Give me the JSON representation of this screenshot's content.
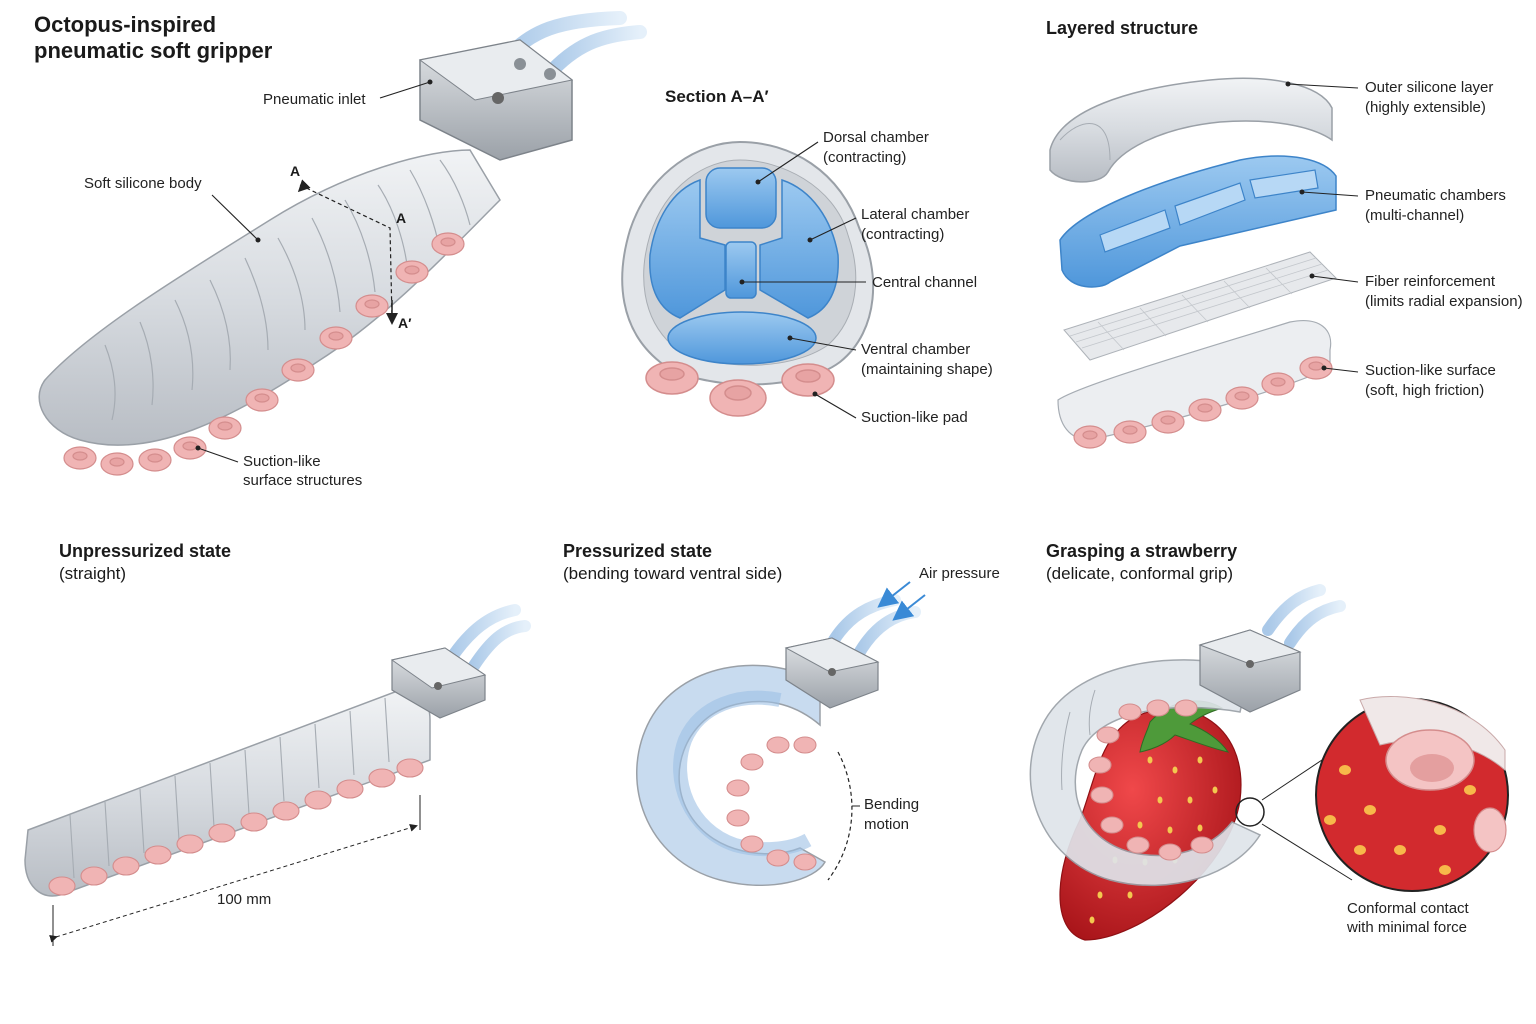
{
  "panel_a": {
    "title_line1": "Octopus-inspired",
    "title_line2": "pneumatic soft gripper",
    "pneumatic_inlet": "Pneumatic inlet",
    "body_label": "Soft silicone body",
    "suction_line1": "Suction-like",
    "suction_line2": "surface structures",
    "section_mark_a": "A",
    "section_mark_a2": "A",
    "section_mark_a_prime": "A′"
  },
  "panel_b": {
    "title": "Section A–A′",
    "dorsal_1": "Dorsal chamber",
    "dorsal_2": "(contracting)",
    "lateral_1": "Lateral chamber",
    "lateral_2": "(contracting)",
    "central": "Central channel",
    "ventral_1": "Ventral chamber",
    "ventral_2": "(maintaining shape)",
    "pad": "Suction-like pad"
  },
  "panel_c": {
    "title": "Layered structure",
    "outer_1": "Outer silicone layer",
    "outer_2": "(highly extensible)",
    "chambers_1": "Pneumatic chambers",
    "chambers_2": "(multi-channel)",
    "fiber_1": "Fiber reinforcement",
    "fiber_2": "(limits radial expansion)",
    "surface_1": "Suction-like surface",
    "surface_2": "(soft, high friction)"
  },
  "panel_d": {
    "title": "Unpressurized state",
    "subtitle": "(straight)",
    "dimension": "100 mm"
  },
  "panel_e": {
    "title": "Pressurized state",
    "subtitle": "(bending toward ventral side)",
    "air": "Air pressure",
    "bend_1": "Bending",
    "bend_2": "motion"
  },
  "panel_f": {
    "title": "Grasping a strawberry",
    "subtitle": "(delicate, conformal grip)",
    "contact_1": "Conformal contact",
    "contact_2": "with minimal force"
  },
  "colors": {
    "silicone": "#dcdfe3",
    "chamber_blue": "#6aaee6",
    "suction_pink": "#f0b4b4",
    "strawberry_red": "#d8262a",
    "metal": "#b9bec4"
  }
}
